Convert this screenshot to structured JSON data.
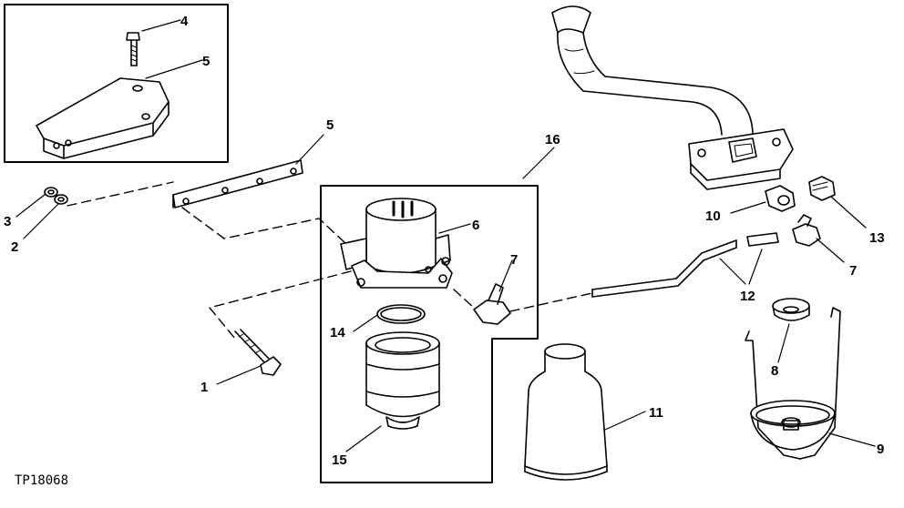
{
  "diagram": {
    "figure_code": "TP18068",
    "callouts": {
      "c1": "1",
      "c2": "2",
      "c3": "3",
      "c4": "4",
      "c5a": "5",
      "c5b": "5",
      "c6": "6",
      "c7a": "7",
      "c7b": "7",
      "c8": "8",
      "c9": "9",
      "c10": "10",
      "c11": "11",
      "c12": "12",
      "c13": "13",
      "c14": "14",
      "c15": "15",
      "c16": "16"
    }
  },
  "colors": {
    "ink": "#000000",
    "paper": "#ffffff"
  }
}
